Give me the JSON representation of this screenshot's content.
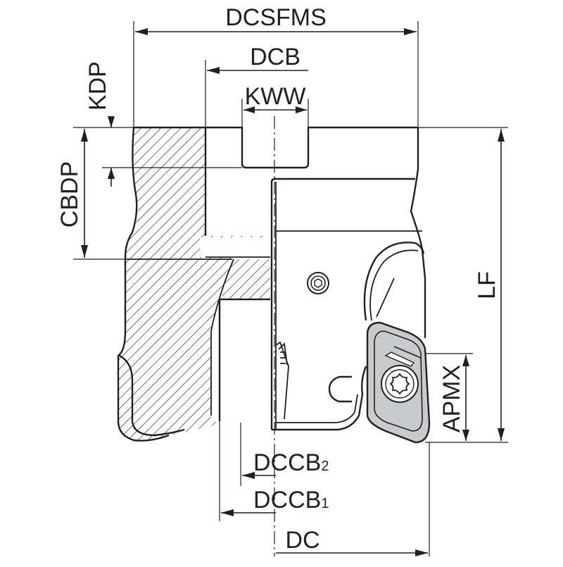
{
  "diagram": {
    "labels": {
      "dcsfms": "DCSFMS",
      "dcb": "DCB",
      "kww": "KWW",
      "kdp": "KDP",
      "cbdp": "CBDP",
      "lf": "LF",
      "apmx": "APMX",
      "dccb2_main": "DCCB",
      "dccb2_sub": "2",
      "dccb1_main": "DCCB",
      "dccb1_sub": "1",
      "dc": "DC"
    },
    "colors": {
      "line": "#231f20",
      "insert_fill": "#c9cacc",
      "background": "#ffffff"
    },
    "icons": [
      "torx-screw-icon",
      "hex-socket-screw-icon"
    ]
  }
}
